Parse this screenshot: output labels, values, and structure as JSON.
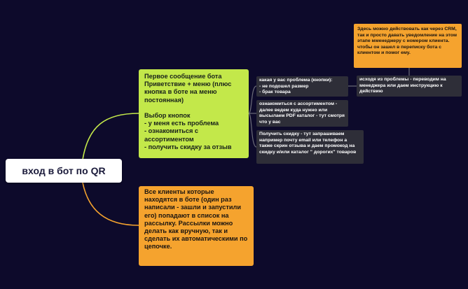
{
  "root": {
    "label": "вход в бот по QR"
  },
  "branches": [
    {
      "text": "Первое сообщение бота\nПриветствие + меню (плюс кнопка в боте на меню постоянная)\n\nВыбор кнопок\n- у меня есть проблема\n- ознакомиться с ассортиментом\n- получить скидку за отзыв",
      "color": "#c3e84a",
      "children": [
        {
          "text": "какая у вас проблема (кнопки):\n- не подошел размер\n- брак товара",
          "children": [
            {
              "text": "исходя из проблемы - переводим на менеджера или даем инструкцию к действию",
              "children": [
                {
                  "text": "Здесь можно действовать как через CRM, так и просто давать уведомление на этом этапе мменеджеру с номером клиента. чтобы он зашел в переписку бота с клиентом и помог ему."
                }
              ]
            }
          ]
        },
        {
          "text": "ознакомиться с ассортиментом - далее ведем куда нужно или высылаем PDF каталог - тут смотря что у вас"
        },
        {
          "text": "Получить скидку - тут запрашиваем например почту email или телефон а также скрин отзыва и даем промокод на скидку и/или каталог \" дорогих\" товаров"
        }
      ]
    },
    {
      "text": "Все клиенты которые находятся в боте (один раз написали - зашли и запустили его) попадают в список на рассылку. Рассылки можно делать как вручную, так и сделать их автоматическими по цепочке.",
      "color": "#f5a32e"
    }
  ],
  "colors": {
    "background": "#0d0a2b",
    "edge_green": "#c3e84a",
    "edge_orange": "#f5a32e",
    "edge_dark": "#6b6b78",
    "note_dark": "#2e2e38"
  }
}
